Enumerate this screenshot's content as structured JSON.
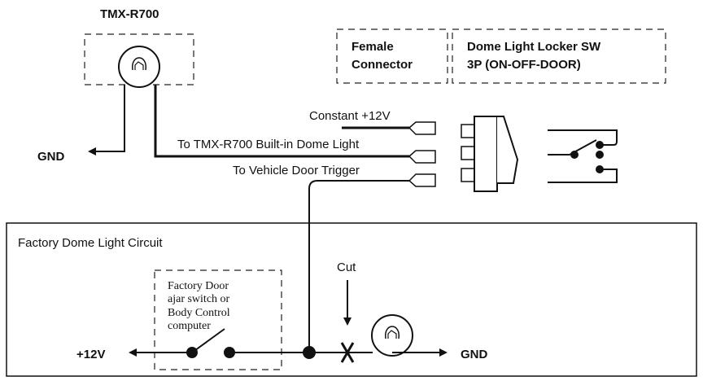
{
  "labels": {
    "device_title": "TMX-R700",
    "female_connector": [
      "Female",
      "Connector"
    ],
    "switch_title": [
      "Dome Light Locker SW",
      "3P (ON-OFF-DOOR)"
    ],
    "constant": "Constant +12V",
    "builtin": "To TMX-R700 Built-in Dome Light",
    "door_trigger": "To Vehicle Door Trigger",
    "gnd_left": "GND",
    "factory_circuit": "Factory Dome Light Circuit",
    "factory_switch": [
      "Factory Door",
      "ajar switch or",
      "Body Control",
      "computer"
    ],
    "cut": "Cut",
    "plus12": "+12V",
    "gnd_right": "GND"
  },
  "colors": {
    "line": "#111111",
    "background": "#ffffff"
  }
}
